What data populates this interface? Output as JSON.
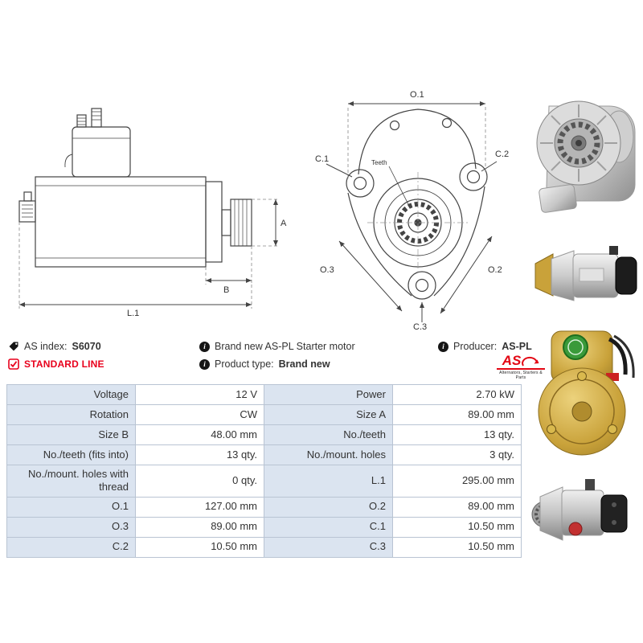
{
  "info": {
    "as_index_label": "AS index:",
    "as_index_value": "S6070",
    "standard_line": "STANDARD LINE",
    "brand_new": "Brand new AS-PL Starter motor",
    "product_type_label": "Product type:",
    "product_type_value": "Brand new",
    "producer_label": "Producer:",
    "producer_value": "AS-PL"
  },
  "icons": {
    "info_glyph": "i"
  },
  "logo": {
    "as": "AS",
    "tagline": "Alternators, Starters & Parts"
  },
  "diagram": {
    "labels": {
      "a": "A",
      "b": "B",
      "l1": "L.1",
      "o1": "O.1",
      "o2": "O.2",
      "o3": "O.3",
      "c1": "C.1",
      "c2": "C.2",
      "c3": "C.3",
      "teeth": "Teeth"
    }
  },
  "spec_table": {
    "rows": [
      {
        "label_left": "Voltage",
        "value_left": "12 V",
        "label_right": "Power",
        "value_right": "2.70 kW"
      },
      {
        "label_left": "Rotation",
        "value_left": "CW",
        "label_right": "Size A",
        "value_right": "89.00 mm"
      },
      {
        "label_left": "Size B",
        "value_left": "48.00 mm",
        "label_right": "No./teeth",
        "value_right": "13 qty."
      },
      {
        "label_left": "No./teeth (fits into)",
        "value_left": "13 qty.",
        "label_right": "No./mount. holes",
        "value_right": "3 qty."
      },
      {
        "label_left": "No./mount. holes with thread",
        "value_left": "0 qty.",
        "label_right": "L.1",
        "value_right": "295.00 mm"
      },
      {
        "label_left": "O.1",
        "value_left": "127.00 mm",
        "label_right": "O.2",
        "value_right": "89.00 mm"
      },
      {
        "label_left": "O.3",
        "value_left": "89.00 mm",
        "label_right": "C.1",
        "value_right": "10.50 mm"
      },
      {
        "label_left": "C.2",
        "value_left": "10.50 mm",
        "label_right": "C.3",
        "value_right": "10.50 mm"
      }
    ]
  },
  "colors": {
    "label_bg": "#dbe4f0",
    "table_border": "#b9c4d3",
    "accent_red": "#e8001c",
    "logo_red": "#e30613",
    "text": "#333333"
  }
}
